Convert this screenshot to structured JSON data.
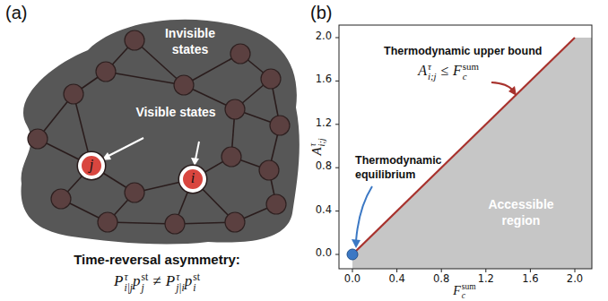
{
  "diagram": {
    "nodes": [
      {
        "text": [
          "Invisible states",
          "Visible states"
        ]
      },
      {
        "text": [
          "j"
        ],
        "in": 0
      },
      {
        "text": [
          "i"
        ],
        "in": 0
      },
      {
        "text": [
          "Accessible region"
        ]
      }
    ],
    "labels": [
      "(a)",
      "Time-reversal asymmetry:",
      "P",
      "τ",
      "i|j",
      "p",
      "st",
      "j",
      "≠",
      "P",
      "τ",
      "j|i",
      "p",
      "st",
      "i",
      "(b)",
      "0.0",
      "0.4",
      "0.8",
      "1.2",
      "1.6",
      "2.0",
      "0.0",
      "0.4",
      "0.8",
      "1.2",
      "1.6",
      "2.0",
      "A",
      "τ",
      "i;j",
      "F",
      "sum",
      "c",
      "Thermodynamic upper bound",
      "A",
      "τ",
      "i;j",
      "≤",
      "F",
      "sum",
      "c",
      "Thermodynamic equilibrium"
    ]
  }
}
